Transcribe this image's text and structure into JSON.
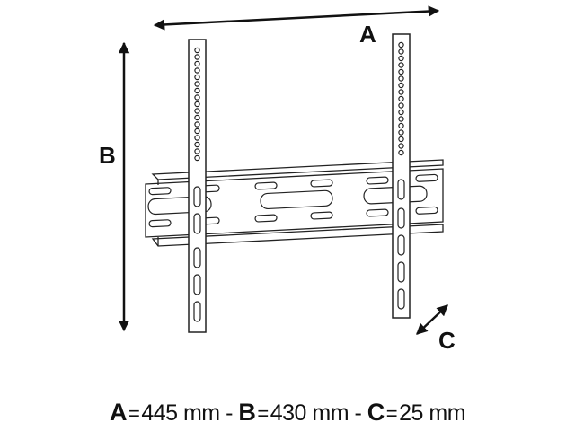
{
  "diagram": {
    "labels": {
      "a": "A",
      "b": "B",
      "c": "C"
    },
    "caption": [
      {
        "letter": "A",
        "eq": "=",
        "value": "445 mm",
        "sep": "-"
      },
      {
        "letter": "B",
        "eq": "=",
        "value": "430 mm",
        "sep": "-"
      },
      {
        "letter": "C",
        "eq": "=",
        "value": "25 mm",
        "sep": ""
      }
    ],
    "colors": {
      "line": "#111111",
      "background": "#ffffff"
    }
  }
}
